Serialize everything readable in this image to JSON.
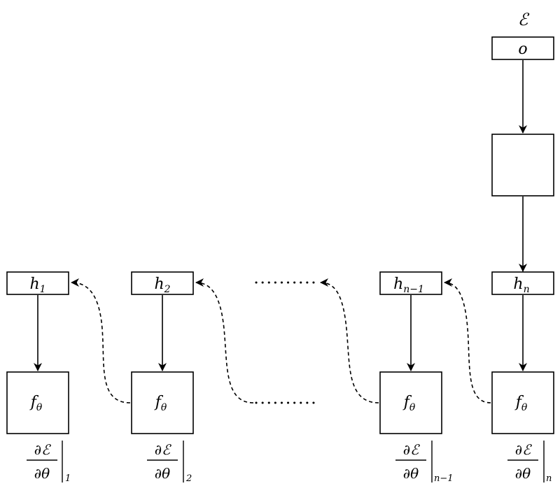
{
  "top_label": "ℰ",
  "output_node": {
    "label": "o"
  },
  "hidden_states": [
    {
      "base": "h",
      "sub": "1"
    },
    {
      "base": "h",
      "sub": "2"
    },
    {
      "base": "h",
      "sub": "n−1"
    },
    {
      "base": "h",
      "sub": "n"
    }
  ],
  "functions": [
    {
      "base": "f",
      "sub": "θ"
    },
    {
      "base": "f",
      "sub": "θ"
    },
    {
      "base": "f",
      "sub": "θ"
    },
    {
      "base": "f",
      "sub": "θ"
    }
  ],
  "gradients": [
    {
      "numerator": "∂ℰ",
      "denominator": "∂θ",
      "eval_at": "1"
    },
    {
      "numerator": "∂ℰ",
      "denominator": "∂θ",
      "eval_at": "2"
    },
    {
      "numerator": "∂ℰ",
      "denominator": "∂θ",
      "eval_at": "n−1"
    },
    {
      "numerator": "∂ℰ",
      "denominator": "∂θ",
      "eval_at": "n"
    }
  ]
}
